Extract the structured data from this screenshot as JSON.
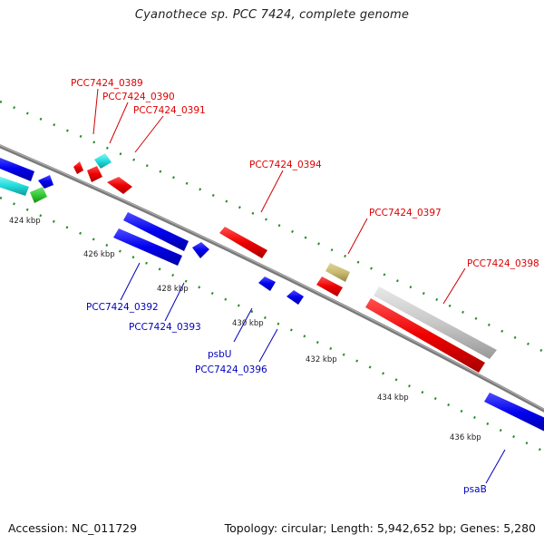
{
  "title": "Cyanothece sp. PCC 7424, complete genome",
  "footer": {
    "accession": "Accession: NC_011729",
    "topology": "Topology: circular; Length: 5,942,652 bp; Genes: 5,280"
  },
  "scale_labels": [
    "424 kbp",
    "426 kbp",
    "428 kbp",
    "430 kbp",
    "432 kbp",
    "434 kbp",
    "436 kbp"
  ],
  "gene_labels": [
    {
      "text": "PCC7424_0389",
      "strand": "forward"
    },
    {
      "text": "PCC7424_0390",
      "strand": "forward"
    },
    {
      "text": "PCC7424_0391",
      "strand": "forward"
    },
    {
      "text": "PCC7424_0394",
      "strand": "forward"
    },
    {
      "text": "PCC7424_0397",
      "strand": "forward"
    },
    {
      "text": "PCC7424_0398",
      "strand": "forward"
    },
    {
      "text": "PCC7424_0392",
      "strand": "reverse"
    },
    {
      "text": "PCC7424_0393",
      "strand": "reverse"
    },
    {
      "text": "psbU",
      "strand": "reverse"
    },
    {
      "text": "PCC7424_0396",
      "strand": "reverse"
    },
    {
      "text": "psaB",
      "strand": "reverse"
    }
  ],
  "colors": {
    "forward_label": "#dd0000",
    "reverse_label": "#0000bb",
    "backbone": "#808080",
    "tick": "#2a8a2a",
    "forward_gene": "#ee0000",
    "reverse_gene": "#0000ee",
    "cyan_gene": "#22dddd",
    "green_gene": "#33cc33",
    "gray_gene": "#cccccc",
    "khaki_gene": "#c8bb70"
  }
}
